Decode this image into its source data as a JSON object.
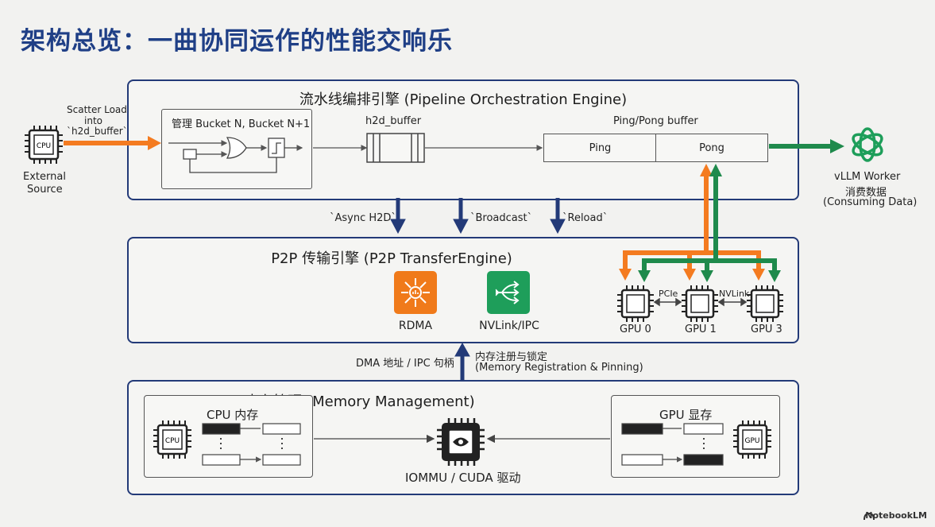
{
  "title": "架构总览：一曲协同运作的性能交响乐",
  "pipeline": {
    "title": "流水线编排引擎 (Pipeline Orchestration Engine)",
    "bucket_label": "管理 Bucket N, Bucket N+1",
    "h2d_label": "h2d_buffer",
    "pingpong_label": "Ping/Pong buffer",
    "ping": "Ping",
    "pong": "Pong"
  },
  "source": {
    "cpu_text": "CPU",
    "label_line1": "External",
    "label_line2": "Source",
    "scatter_line1": "Scatter Load",
    "scatter_line2": "into",
    "scatter_line3": "`h2d_buffer`"
  },
  "worker": {
    "label_line1": "vLLM Worker",
    "label_line2": "消费数据",
    "label_line3": "(Consuming Data)"
  },
  "commands": {
    "async": "`Async H2D`",
    "broadcast": "`Broadcast`",
    "reload": "`Reload`"
  },
  "p2p": {
    "title": "P2P 传输引擎 (P2P TransferEngine)",
    "rdma": "RDMA",
    "nvlink_ipc": "NVLink/IPC",
    "gpu0": "GPU 0",
    "gpu1": "GPU 1",
    "gpu3": "GPU 3",
    "pcie": "PCIe",
    "nvlink": "NVLink"
  },
  "between": {
    "dma": "DMA 地址 / IPC 句柄",
    "reg_line1": "内存注册与锁定",
    "reg_line2": "(Memory Registration & Pinning)"
  },
  "memory": {
    "title": "内存管理 (Memory Management)",
    "cpu_mem": "CPU 内存",
    "gpu_mem": "GPU 显存",
    "cpu_chip": "CPU",
    "gpu_chip": "GPU",
    "iommu": "IOMMU / CUDA 驱动"
  },
  "branding": "NotebookLM",
  "colors": {
    "navy": "#233a78",
    "orange": "#f47b20",
    "green": "#1f8a4c",
    "rdma": "#f07a1a",
    "nvlink": "#1e9e5a"
  }
}
